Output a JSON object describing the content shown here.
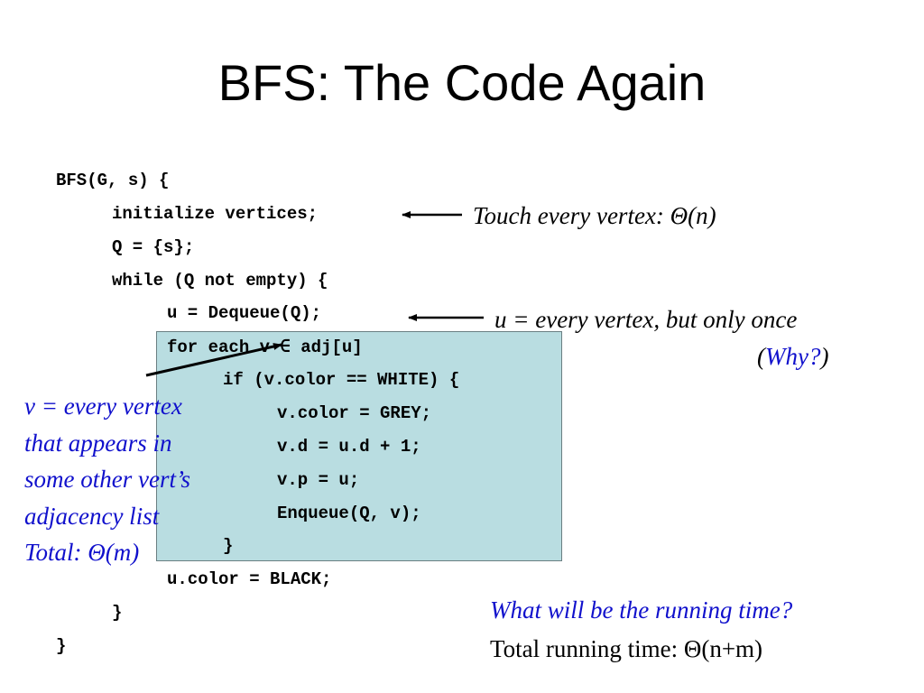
{
  "slide": {
    "title": "BFS: The Code Again"
  },
  "code": [
    "BFS(G, s) {",
    "initialize vertices;",
    "Q = {s};",
    "while (Q not empty) {",
    "u = Dequeue(Q);",
    "for each v ∈ adj[u]",
    "if (v.color == WHITE) {",
    "v.color = GREY;",
    "v.d = u.d + 1;",
    "v.p = u;",
    "Enqueue(Q, v);",
    "}",
    "u.color = BLACK;",
    "}",
    "}"
  ],
  "annotations": {
    "init": "Touch every vertex: Θ(n)",
    "dequeue_line1": "u = every vertex, but only once",
    "dequeue_open": "(",
    "dequeue_why": "Why?",
    "dequeue_close": ")",
    "v_lines": [
      "v = every vertex",
      "that appears in",
      "some other vert’s",
      "adjacency list",
      "Total: Θ(m)"
    ],
    "question": "What will be the running time?",
    "answer": "Total running time: Θ(n+m)"
  },
  "colors": {
    "highlight_bg": "#b9dde1",
    "blue_text": "#1010cc"
  }
}
